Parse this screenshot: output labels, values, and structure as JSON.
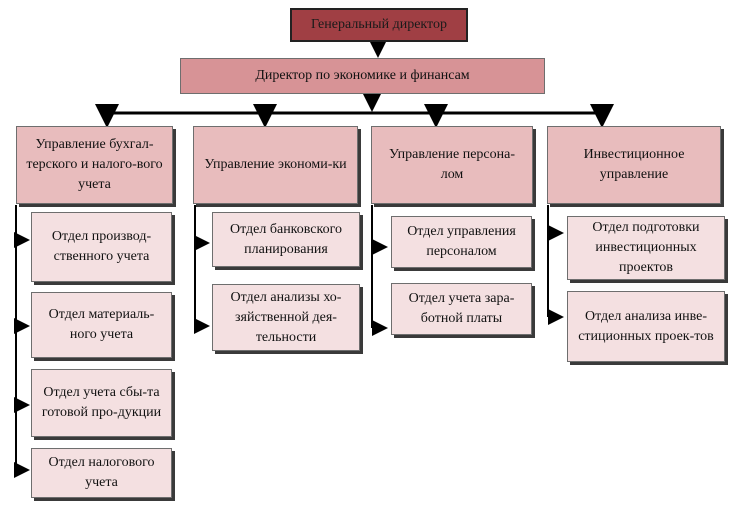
{
  "ceo": "Генеральный директор",
  "director": "Директор по экономике и финансам",
  "departments": [
    {
      "title": "Управление бухгал-терского и налого-вого учета",
      "units": [
        "Отдел производ-ственного учета",
        "Отдел материаль-ного учета",
        "Отдел учета сбы-та готовой про-дукции",
        "Отдел налогового учета"
      ]
    },
    {
      "title": "Управление экономи-ки",
      "units": [
        "Отдел банковского планирования",
        "Отдел анализы хо-зяйственной дея-тельности"
      ]
    },
    {
      "title": "Управление персона-лом",
      "units": [
        "Отдел управления персоналом",
        "Отдел учета зара-ботной платы"
      ]
    },
    {
      "title": "Инвестиционное управление",
      "units": [
        "Отдел подготовки инвестиционных проектов",
        "Отдел анализа инве-стиционных проек-тов"
      ]
    }
  ]
}
